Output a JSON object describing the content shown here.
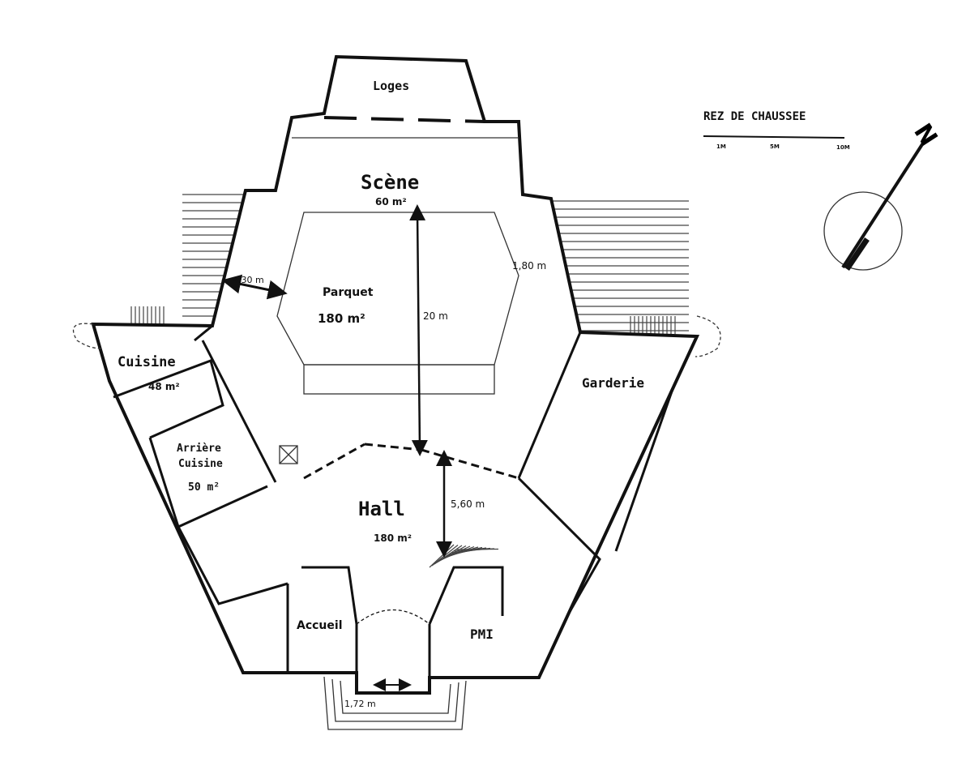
{
  "plan": {
    "title": "REZ DE CHAUSSEE",
    "scale_ticks": [
      "1M",
      "5M",
      "10M"
    ],
    "north_label": "N",
    "rooms": {
      "loges": "Loges",
      "scene": "Scène",
      "scene_area": "60 m²",
      "parquet": "Parquet",
      "parquet_area": "180 m²",
      "cuisine": "Cuisine",
      "cuisine_area": "48 m²",
      "arriere_1": "Arrière",
      "arriere_2": "Cuisine",
      "arriere_area": "50 m²",
      "hall": "Hall",
      "hall_area": "180 m²",
      "garderie": "Garderie",
      "accueil": "Accueil",
      "pmi": "PMI"
    },
    "dimensions": {
      "left_gap": "4,30 m",
      "right_gap": "1,80 m",
      "depth": "20 m",
      "hall_depth": "5,60 m",
      "entrance": "1,72 m"
    }
  }
}
